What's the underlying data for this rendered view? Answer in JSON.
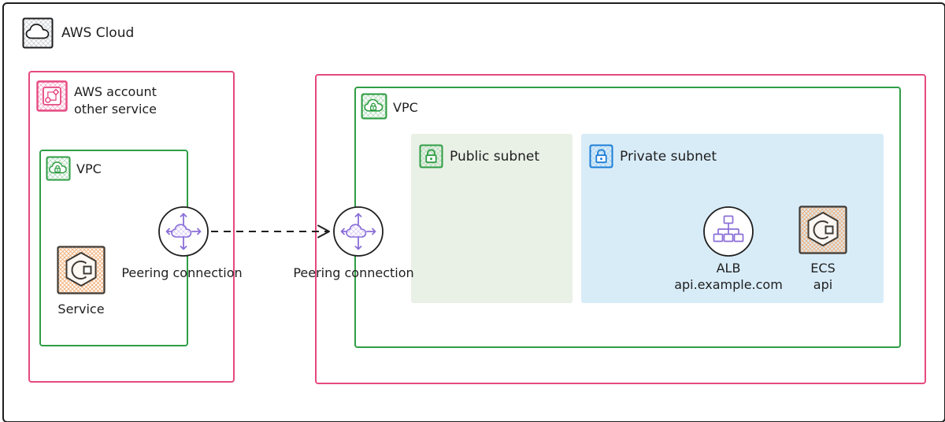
{
  "aws_cloud": {
    "label": "AWS Cloud"
  },
  "external_account": {
    "label_line1": "AWS account",
    "label_line2": "other service",
    "vpc": {
      "label": "VPC"
    },
    "service": {
      "label": "Service"
    },
    "peering": {
      "label": "Peering connection"
    }
  },
  "main_vpc": {
    "label": "VPC",
    "peering": {
      "label": "Peering connection"
    },
    "public_subnet": {
      "label": "Public subnet"
    },
    "private_subnet": {
      "label": "Private subnet",
      "alb": {
        "label": "ALB",
        "sublabel": "api.example.com"
      },
      "ecs": {
        "label": "ECS",
        "sublabel": "api"
      }
    }
  },
  "colors": {
    "outline": "#1e1e1e",
    "pink": "#e64980",
    "green": "#2f9e44",
    "blue": "#1c7ed6",
    "orange": "#e8590c",
    "purple": "#8a6fd8",
    "public_subnet_fill": "#e9f0e6",
    "private_subnet_fill": "#d8ecf8"
  }
}
